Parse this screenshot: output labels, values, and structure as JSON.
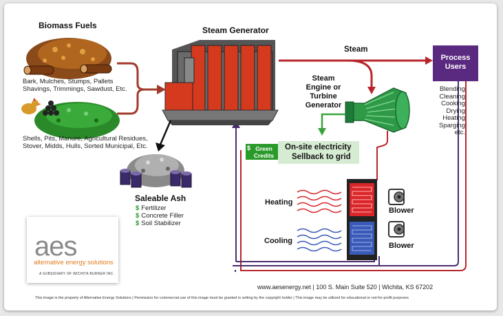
{
  "labels": {
    "biomass_title": "Biomass Fuels",
    "steam_generator": "Steam Generator",
    "steam": "Steam",
    "process_users": "Process\nUsers",
    "steam_engine": "Steam\nEngine or\nTurbine\nGenerator",
    "biomass_line1a": "Bark, Mulches, Stumps, Pallets",
    "biomass_line1b": "Shavings, Trimmings, Sawdust, Etc.",
    "biomass_line2a": "Shells, Pits, Manure, Agricultural Residues,",
    "biomass_line2b": "Stover, Midds, Hulls, Sorted Municipal, Etc.",
    "saleable_ash": "Saleable Ash",
    "ash_items": [
      "Fertilizer",
      "Concrete Filler",
      "Soil Stabilizer"
    ],
    "dollar": "$",
    "green_credits": "Green\nCredits",
    "onsite": "On-site electricity",
    "sellback": "Sellback to grid",
    "process_uses": "Blending\nCleaning\nCooking\nDrying\nHeating\nSparging\netc.",
    "heating": "Heating",
    "cooling": "Cooling",
    "blower1": "Blower",
    "blower2": "Blower",
    "address": "www.aesenergy.net | 100 S. Main Suite 520 | Wichita, KS 67202",
    "footer": "This image is the property of Alternative Energy Solutions | Permission for commercial use of this image must be granted in writing by the copyright holder | This image may be utilized for educational or not-for-profit purposes"
  },
  "logo": {
    "mark": "aes",
    "name": "alternative energy solutions",
    "tagline": "A SUBSIDIARY OF WICHITA BURNER INC."
  },
  "colors": {
    "steam_line": "#b8242a",
    "return_line": "#4a2a6e",
    "green_arrow": "#3aa23a",
    "process_box": "#5a2a80",
    "boiler_red": "#d63a1e",
    "turbine_green": "#2e9a48",
    "feed_arrow": "#a03a2a",
    "heating_coil": "#d8262a",
    "cooling_coil": "#3a5ab8"
  }
}
